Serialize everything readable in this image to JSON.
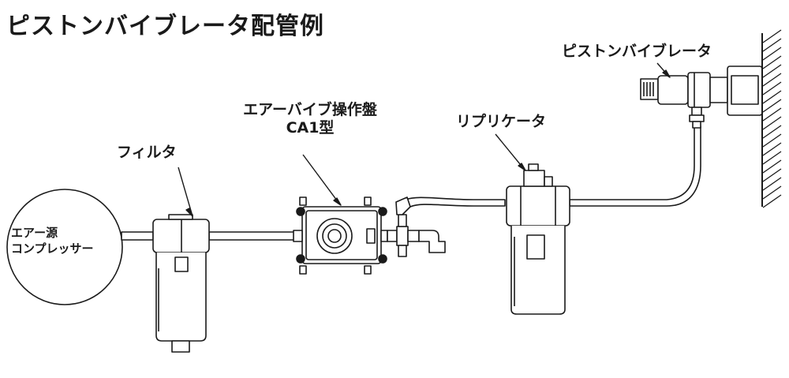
{
  "title": "ピストンバイブレータ配管例",
  "labels": {
    "air_source_line1": "エアー源",
    "air_source_line2": "コンプレッサー",
    "filter": "フィルタ",
    "control_panel_line1": "エアーバイブ操作盤",
    "control_panel_line2": "CA1型",
    "lubricator": "リプリケータ",
    "piston_vibrator": "ピストンバイブレータ"
  },
  "colors": {
    "line": "#1a1a1a",
    "pipe_fill": "#ffffff",
    "background": "#ffffff"
  },
  "icons": {
    "wall": "hatched-wall-icon"
  }
}
